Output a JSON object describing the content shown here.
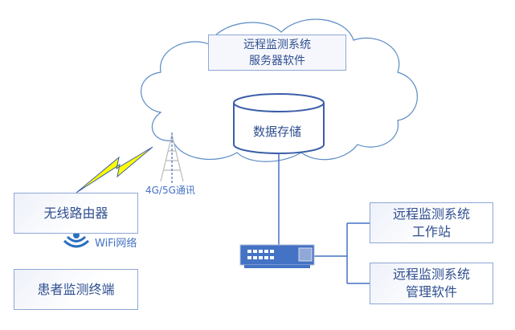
{
  "cloud_server": {
    "line1": "远程监测系统",
    "line2": "服务器软件"
  },
  "storage": {
    "label": "数据存储"
  },
  "tower": {
    "label": "4G/5G通讯",
    "icon": "cell-tower-icon"
  },
  "router": {
    "label": "无线路由器"
  },
  "wifi": {
    "label": "WiFi网络",
    "icon": "wifi-icon"
  },
  "patient_terminal": {
    "label": "患者监测终端"
  },
  "workstation": {
    "line1": "远程监测系统",
    "line2": "工作站"
  },
  "management": {
    "line1": "远程监测系统",
    "line2": "管理软件"
  },
  "colors": {
    "accent": "#4472c4",
    "text": "#2f4f8f",
    "lightning": "#ffff00"
  }
}
